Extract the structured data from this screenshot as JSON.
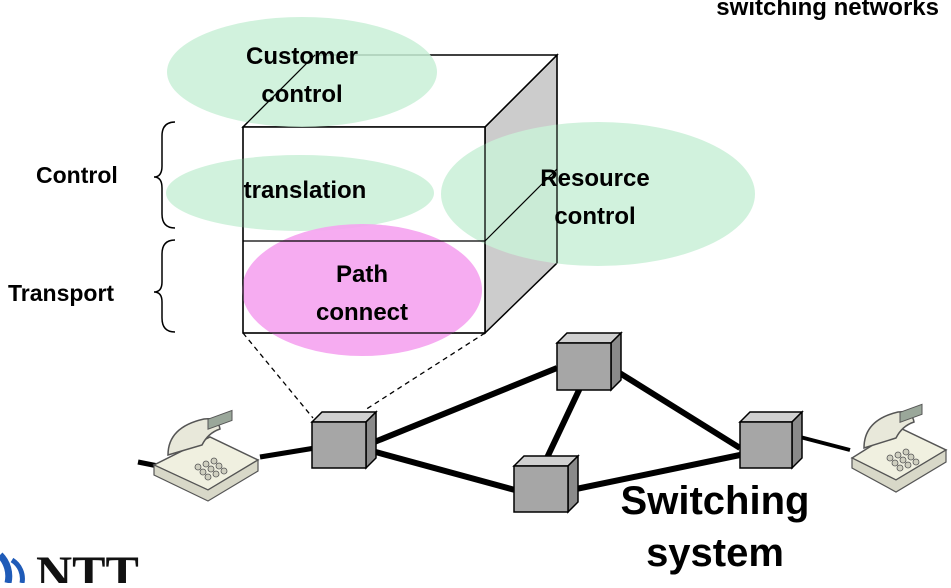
{
  "diagram": {
    "title_fragment": "switching networks",
    "side_labels": {
      "control": "Control",
      "transport": "Transport"
    },
    "functions": {
      "customer_control": [
        "Customer",
        "control"
      ],
      "translation": "translation",
      "resource_control": [
        "Resource",
        "control"
      ],
      "path_connect": [
        "Path",
        "connect"
      ]
    },
    "switching_system": [
      "Switching",
      "system"
    ],
    "logo_text": "NTT",
    "colors": {
      "green_ellipse": "#c9f0d7",
      "pink_ellipse": "#f5a3f0",
      "cube_side": "#cccccc",
      "node": "#a6a6a6"
    }
  }
}
